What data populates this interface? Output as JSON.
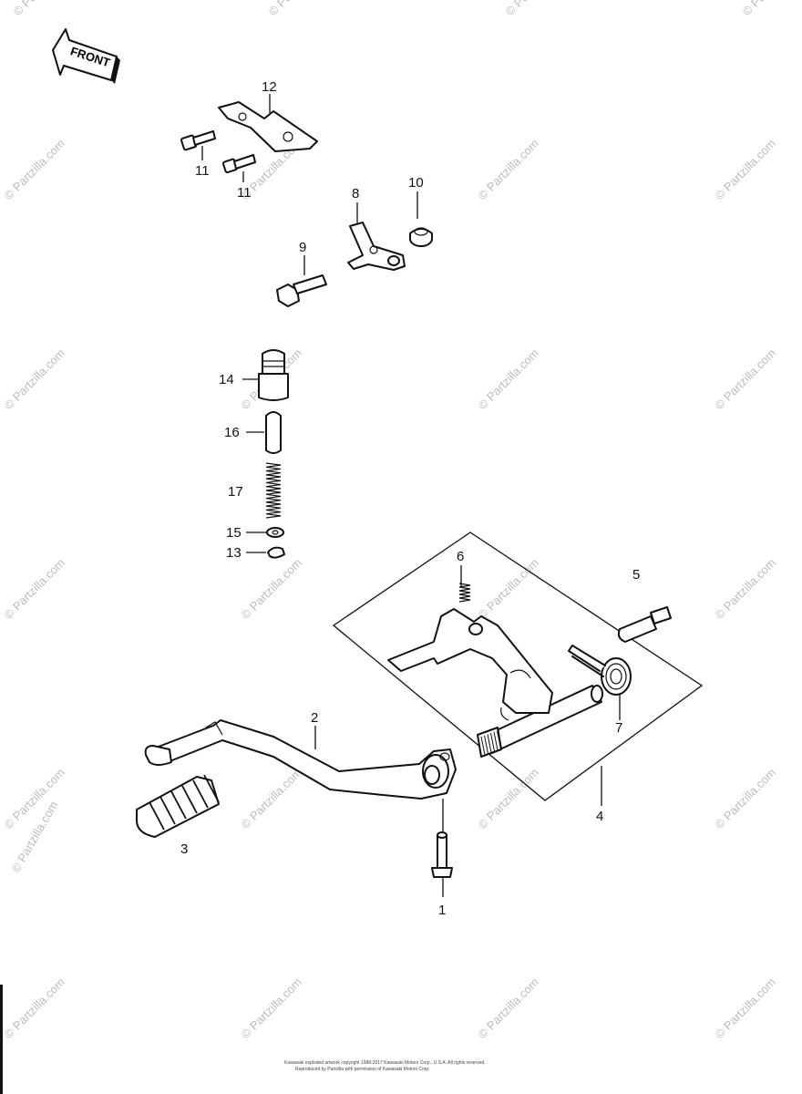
{
  "front_arrow": {
    "label": "FRONT",
    "icon": "front-arrow-icon"
  },
  "callouts": {
    "c1": "1",
    "c2": "2",
    "c3": "3",
    "c4": "4",
    "c5": "5",
    "c6": "6",
    "c7": "7",
    "c8": "8",
    "c9": "9",
    "c10": "10",
    "c11a": "11",
    "c11b": "11",
    "c12": "12",
    "c13": "13",
    "c14": "14",
    "c15": "15",
    "c16": "16",
    "c17": "17"
  },
  "watermark": {
    "text": "© Partzilla.com",
    "large_text": "© Partzilla.com"
  },
  "footer": {
    "line1": "Kawasaki exploded artwork copyright 1988-2017 Kawasaki Motors Corp., U.S.A. All rights reserved.",
    "line2": "Reproduced by Partzilla with permission of Kawasaki Motors Corp."
  }
}
